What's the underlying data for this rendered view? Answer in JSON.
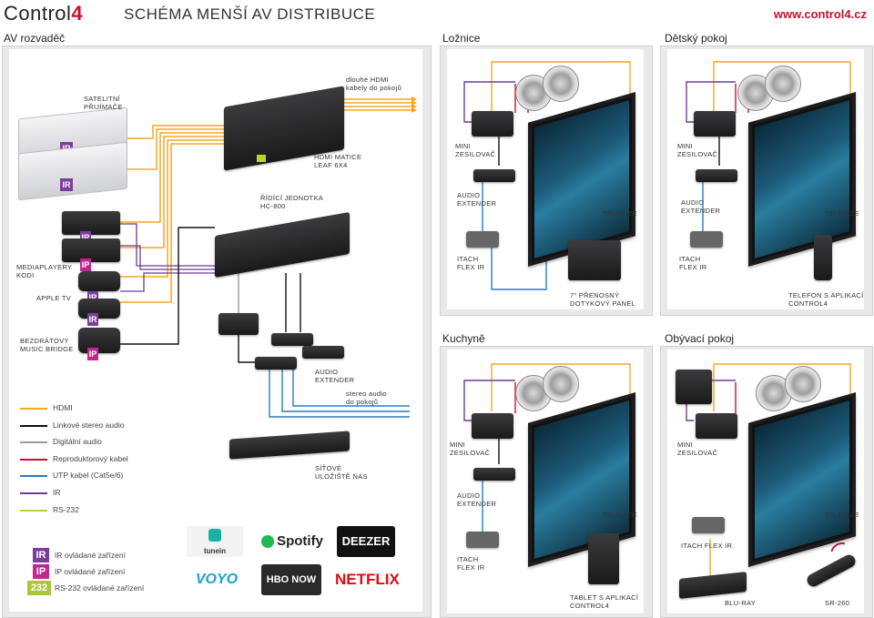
{
  "header": {
    "logo_text": "Control",
    "logo_num": "4",
    "title": "SCHÉMA MENŠÍ AV DISTRIBUCE",
    "url": "www.control4.cz"
  },
  "sections": {
    "av_rack": "AV rozvaděč",
    "bedroom": "Ložnice",
    "kids_room": "Dětský pokoj",
    "kitchen": "Kuchyně",
    "living_room": "Obývací pokoj"
  },
  "labels": {
    "long_hdmi": "dlouhé HDMI\nkabely do pokojů",
    "sat": "SATELITNÍ\nPŘIJÍMAČE",
    "matrix": "HDMI MATICE\nLEAF 6X4",
    "controller": "ŘÍDÍCÍ JEDNOTKA\nHC-800",
    "mediaplayers": "MEDIAPLAYERY\nKODI",
    "apple_tv": "APPLE TV",
    "music_bridge": "BEZDRÁTOVÝ\nMUSIC BRIDGE",
    "audio_extender": "AUDIO\nEXTENDER",
    "stereo_audio": "stereo audio\ndo pokojů",
    "nas": "SÍŤOVÉ\nÚLOŽIŠTĚ NAS",
    "mini_amp": "MINI\nZESILOVAČ",
    "tv": "TELEVIZE",
    "itach": "ITACH\nFLEX IR",
    "itach_flex_ir": "ITACH FLEX IR",
    "touch_panel": "7\" PŘENOSNÝ\nDOTYKOVÝ PANEL",
    "phone_app": "TELEFON S APLIKACÍ\nCONTROL4",
    "tablet_app": "TABLET S APLIKACÍ\nCONTROL4",
    "bluray": "BLU-RAY",
    "sr260": "SR-260"
  },
  "legend": [
    {
      "label": "HDMI",
      "color": "#f5a623"
    },
    {
      "label": "Linkové stereo audio",
      "color": "#111111"
    },
    {
      "label": "Digitální audio",
      "color": "#9b9b9b"
    },
    {
      "label": "Reproduktorový kabel",
      "color": "#c8102e"
    },
    {
      "label": "UTP kabel (Cat5e/6)",
      "color": "#2b7bc0"
    },
    {
      "label": "IR",
      "color": "#6a3d9a"
    },
    {
      "label": "RS-232",
      "color": "#b8d432"
    }
  ],
  "badge_legend": [
    {
      "badge": "IR",
      "label": "IR ovládané zařízení",
      "color": "#7b3f99"
    },
    {
      "badge": "IP",
      "label": "IP ovládané zařízení",
      "color": "#c0278f"
    },
    {
      "badge": "232",
      "label": "RS-232 ovládané zařízení",
      "color": "#a8c83a"
    }
  ],
  "badges": {
    "ir": "IR",
    "ip": "IP"
  },
  "services": {
    "tunein": "tunein",
    "spotify": "Spotify",
    "deezer": "DEEZER",
    "voyo": "VOYO",
    "hbo": "HBO NOW",
    "netflix": "NETFLIX"
  },
  "colors": {
    "hdmi": "#f5a623",
    "audio": "#111111",
    "digital": "#9b9b9b",
    "speaker": "#c8102e",
    "utp": "#2b7bc0",
    "ir": "#6a3d9a",
    "rs232": "#b8d432"
  }
}
